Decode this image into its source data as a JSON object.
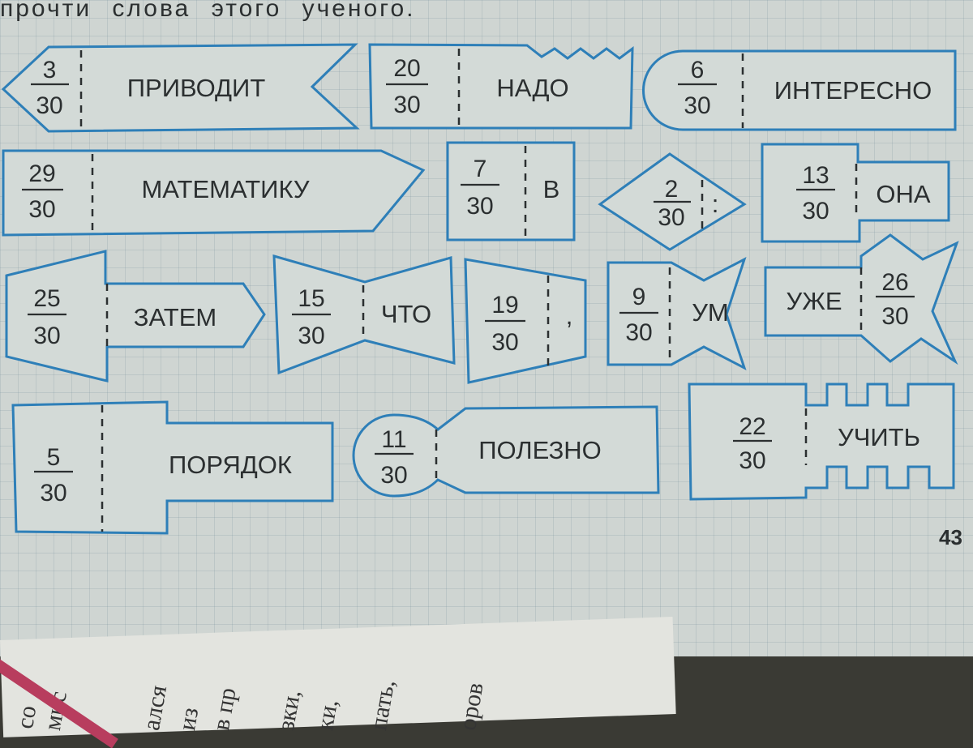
{
  "instruction": "прочти слова этого ученого.",
  "page_number": "43",
  "colors": {
    "outline": "#2e7fb8",
    "ribbon": "#b83d5e"
  },
  "cards": [
    {
      "id": "privodit",
      "num": "3",
      "den": "30",
      "word": "ПРИВОДИТ"
    },
    {
      "id": "nado",
      "num": "20",
      "den": "30",
      "word": "НАДО"
    },
    {
      "id": "interesno",
      "num": "6",
      "den": "30",
      "word": "ИНТЕРЕСНО"
    },
    {
      "id": "matematiku",
      "num": "29",
      "den": "30",
      "word": "МАТЕМАТИКУ"
    },
    {
      "id": "v",
      "num": "7",
      "den": "30",
      "word": "В"
    },
    {
      "id": "colon",
      "num": "2",
      "den": "30",
      "word": ":"
    },
    {
      "id": "ona",
      "num": "13",
      "den": "30",
      "word": "ОНА"
    },
    {
      "id": "zatem",
      "num": "25",
      "den": "30",
      "word": "ЗАТЕМ"
    },
    {
      "id": "chto",
      "num": "15",
      "den": "30",
      "word": "ЧТО"
    },
    {
      "id": "comma",
      "num": "19",
      "den": "30",
      "word": ","
    },
    {
      "id": "um",
      "num": "9",
      "den": "30",
      "word": "УМ"
    },
    {
      "id": "uzhe",
      "num": "26",
      "den": "30",
      "word": "УЖЕ"
    },
    {
      "id": "poryadok",
      "num": "5",
      "den": "30",
      "word": "ПОРЯДОК"
    },
    {
      "id": "polezno",
      "num": "11",
      "den": "30",
      "word": "ПОЛЕЗНО"
    },
    {
      "id": "uchit",
      "num": "22",
      "den": "30",
      "word": "УЧИТЬ"
    }
  ],
  "underlying_sheet": [
    "со",
    "мис",
    "ался",
    "из",
    "в пр",
    "зки,",
    "ки,",
    "пать,",
    "оров"
  ]
}
